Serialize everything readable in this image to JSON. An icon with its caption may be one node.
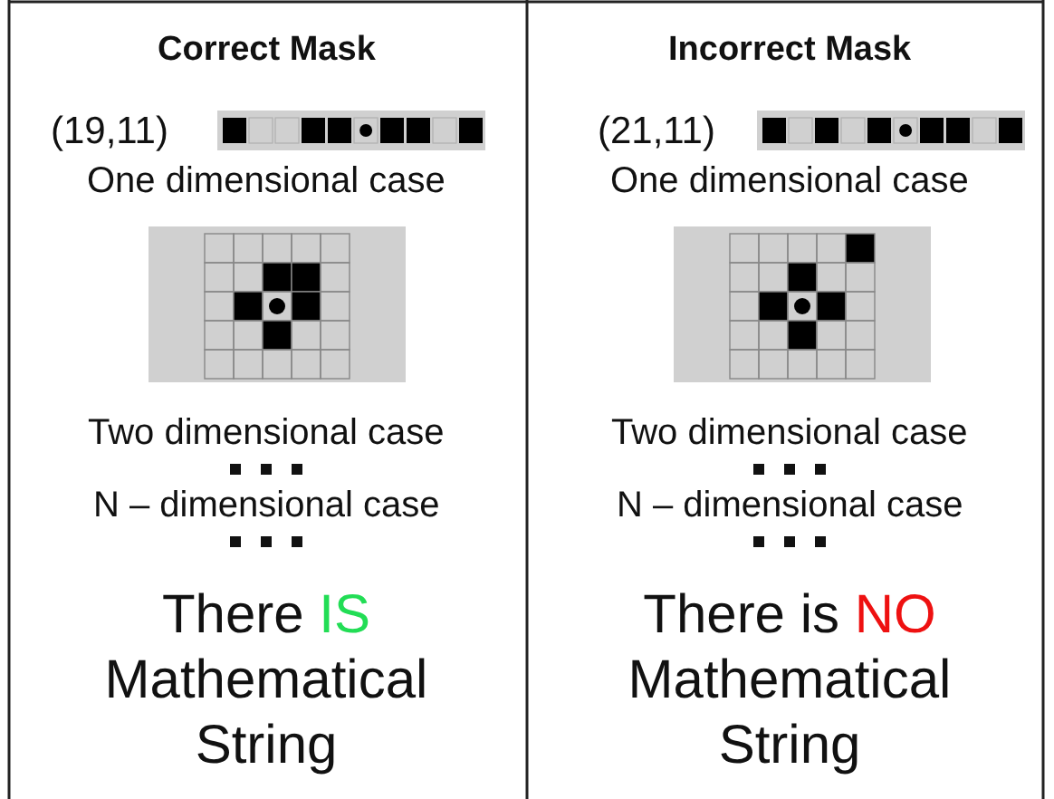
{
  "diagram": {
    "labels": [
      "Correct Mask",
      "(19,11)",
      "One dimensional case",
      "Two dimensional case",
      "N – dimensional case",
      "There IS Mathematical String",
      "Incorrect Mask",
      "(21,11)",
      "One dimensional case",
      "Two dimensional case",
      "N – dimensional case",
      "There is NO Mathematical String"
    ]
  }
}
